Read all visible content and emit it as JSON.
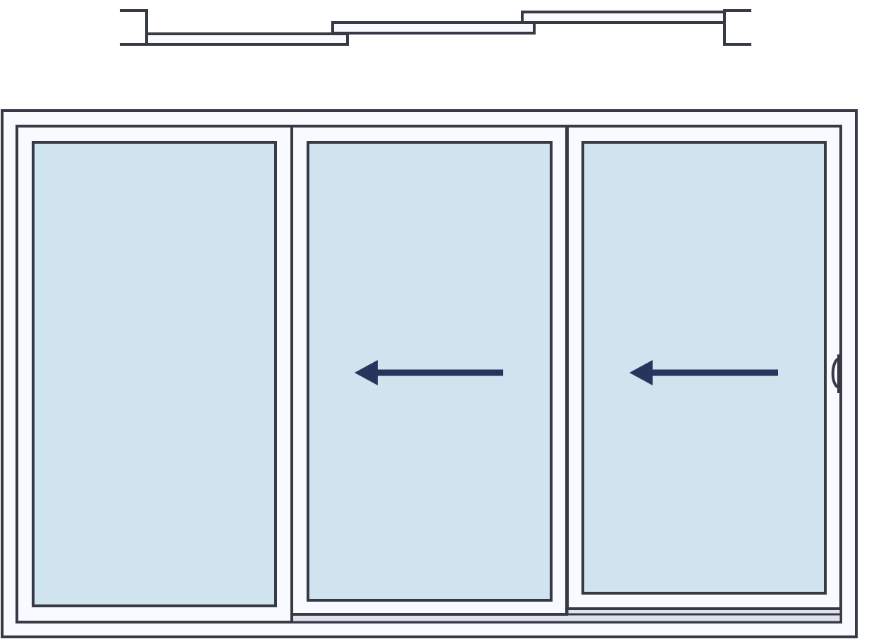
{
  "diagram": {
    "type": "sliding-door-elevation",
    "panels": [
      {
        "name": "fixed-left",
        "operation": "fixed"
      },
      {
        "name": "sliding-center",
        "operation": "slides-left"
      },
      {
        "name": "sliding-right",
        "operation": "slides-left",
        "handle": true
      }
    ],
    "plan_view": {
      "tracks": 3,
      "panels": 3
    },
    "colors": {
      "stroke": "#353a44",
      "frame_fill": "#f8faff",
      "glass": "#cfe4ef",
      "arrow": "#27355c",
      "track": "#dfe2ee",
      "background": "#ffffff"
    },
    "icons": [
      "arrow-left-icon",
      "door-handle-icon"
    ]
  }
}
